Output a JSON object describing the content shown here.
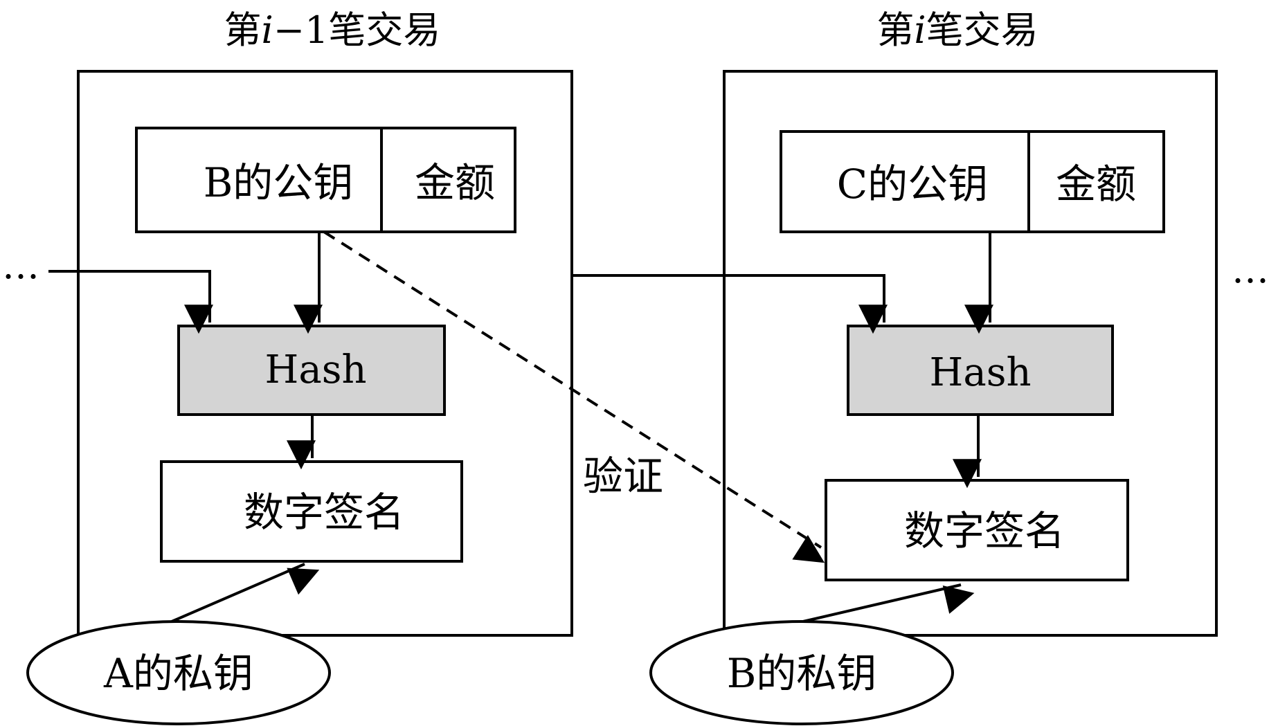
{
  "transactions": [
    {
      "title_prefix": "第",
      "title_index": "i",
      "title_suffix": "−1笔交易",
      "pubkey": "B的公钥",
      "amount": "金额",
      "hash": "Hash",
      "signature": "数字签名",
      "private_key": "A的私钥"
    },
    {
      "title_prefix": "第",
      "title_index": "i",
      "title_suffix": "笔交易",
      "pubkey": "C的公钥",
      "amount": "金额",
      "hash": "Hash",
      "signature": "数字签名",
      "private_key": "B的私钥"
    }
  ],
  "verify_label": "验证",
  "ellipsis_left": "…",
  "ellipsis_right": "…",
  "colors": {
    "hash_fill": "#d4d4d4",
    "stroke": "#000000"
  }
}
